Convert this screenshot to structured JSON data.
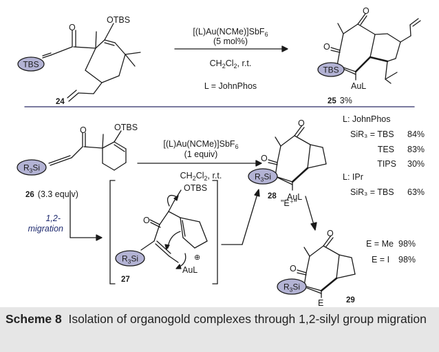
{
  "top": {
    "reagent_line1": "[(L)Au(NCMe)]SbF",
    "reagent_line1_sub": "6",
    "loading": "(5 mol%)",
    "solvent_a": "CH",
    "solvent_sub1": "2",
    "solvent_b": "Cl",
    "solvent_sub2": "2",
    "solvent_c": ", r.t.",
    "ligand": "L = JohnPhos",
    "sm_label": "24",
    "product_label": "25",
    "product_yield": "3%",
    "otbs": "OTBS",
    "tbs": "TBS",
    "o": "O",
    "aul": "AuL"
  },
  "bottom": {
    "reagent_line1": "[(L)Au(NCMe)]SbF",
    "reagent_line1_sub": "6",
    "loading": "(1 equiv)",
    "solvent_a": "CH",
    "solvent_sub1": "2",
    "solvent_b": "Cl",
    "solvent_sub2": "2",
    "solvent_c": ", r.t.",
    "sm_label": "26",
    "sm_equiv": "(3.3 equiv)",
    "r3si_a": "R",
    "r3si_sub": "3",
    "r3si_b": "Si",
    "product_label": "28",
    "intermediate_label": "27",
    "final_label": "29",
    "migration_line1": "1,2-",
    "migration_line2": "migration",
    "electrophile": "\"E⁺\"",
    "otbs": "OTBS",
    "o": "O",
    "aul": "AuL",
    "e_sub": "E",
    "plus": "⊕",
    "results": {
      "l_john": "L: JohnPhos",
      "row1_label": "SiR₃ = TBS",
      "row1_yield": "84%",
      "row2_label": "TES",
      "row2_yield": "83%",
      "row3_label": "TIPS",
      "row3_yield": "30%",
      "l_ipr": "L: IPr",
      "row4_label": "SiR₃ = TBS",
      "row4_yield": "63%"
    },
    "e_results": {
      "row1": "E = Me",
      "row1_yield": "98%",
      "row2": "E = I",
      "row2_yield": "98%"
    }
  },
  "caption": {
    "label": "Scheme 8",
    "text": "Isolation of organogold complexes through 1,2-silyl group migration"
  },
  "colors": {
    "oval_fill": "#b3b3d4",
    "caption_bg": "#e6e6e6",
    "rule": "#2b2b66",
    "migration_text": "#1e2a6e"
  }
}
